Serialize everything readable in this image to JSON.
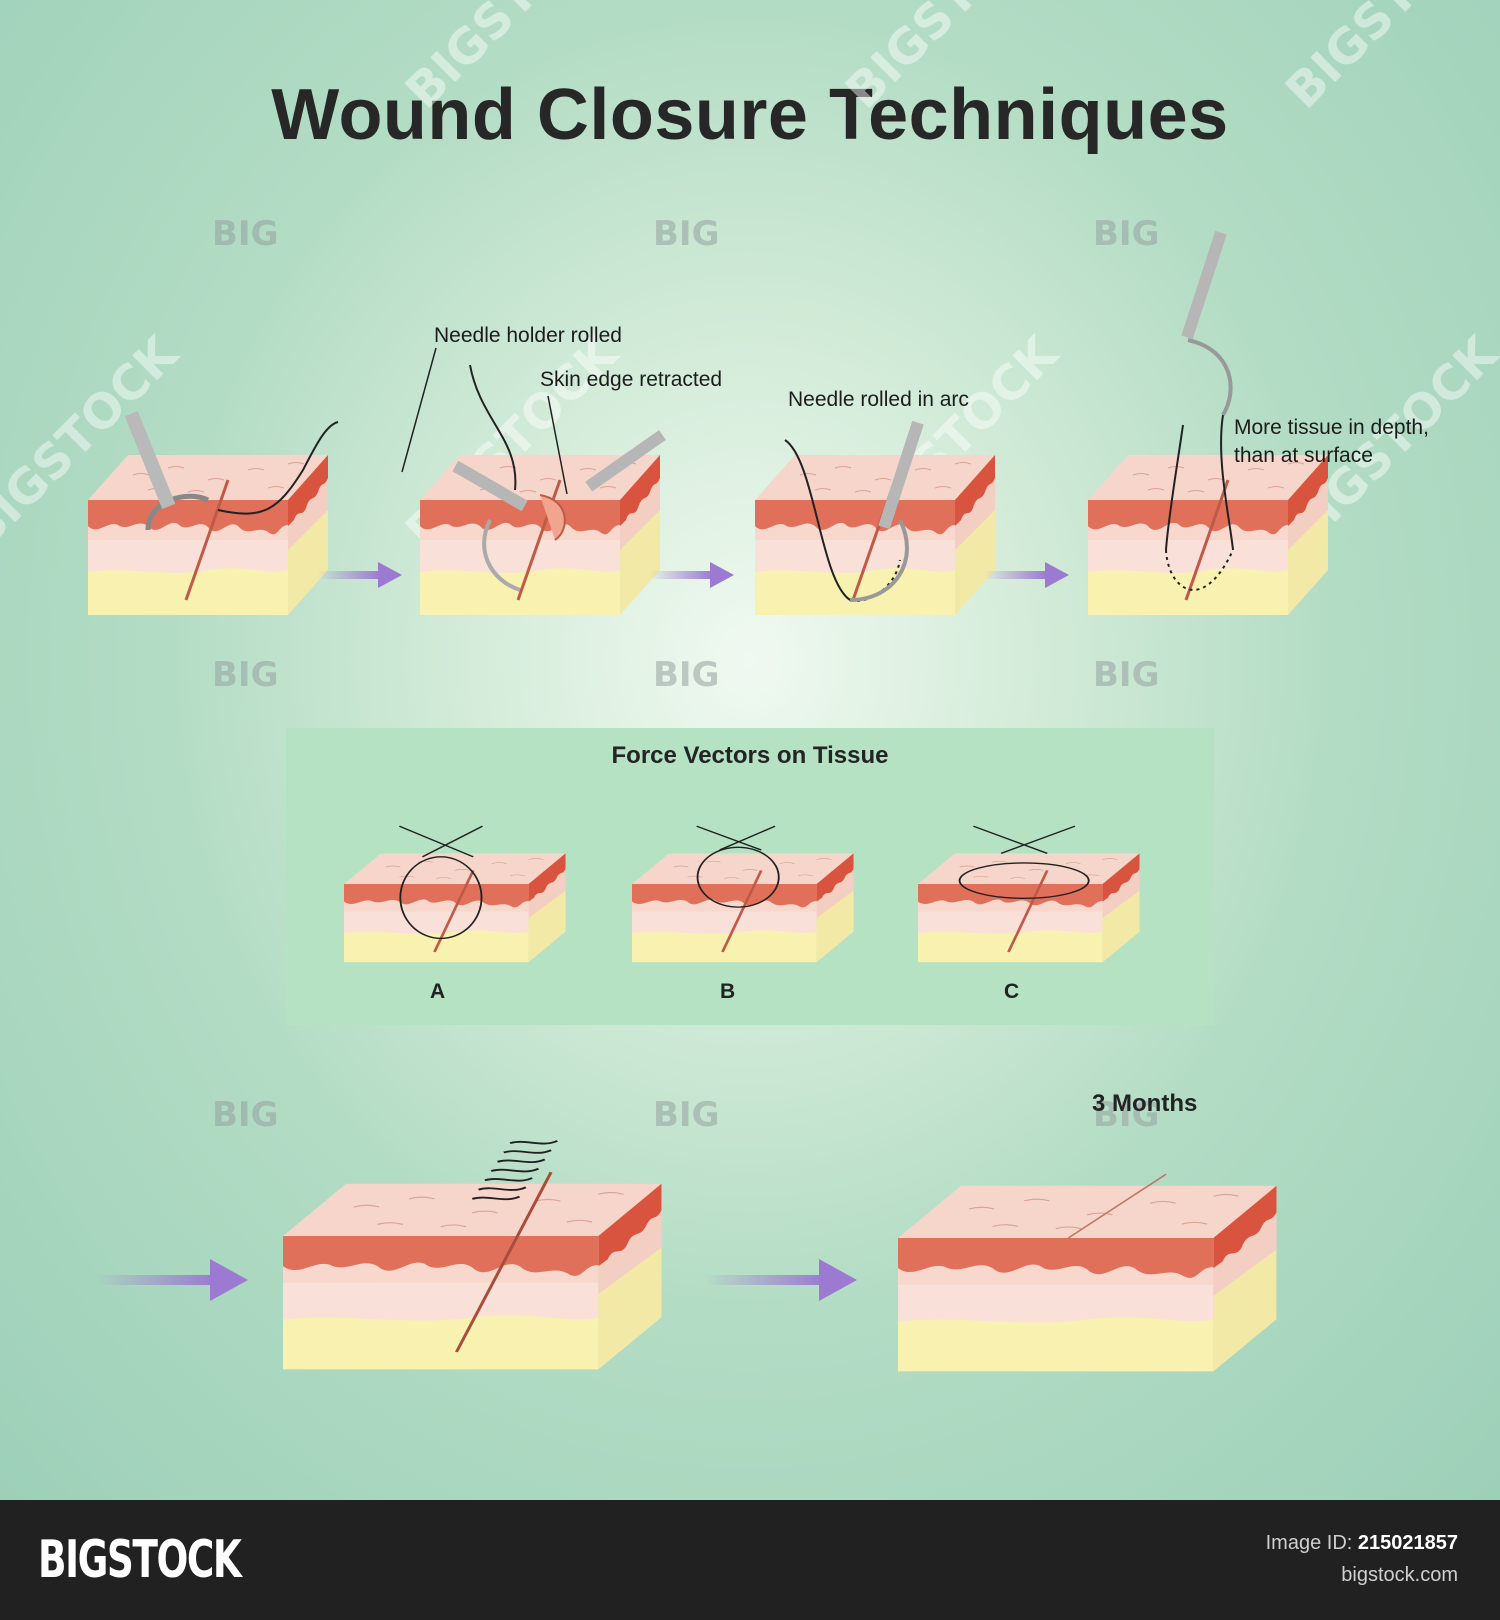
{
  "title": "Wound Closure Techniques",
  "labels": {
    "needle_holder": "Needle holder rolled",
    "skin_edge": "Skin edge retracted",
    "needle_arc": "Needle rolled in arc",
    "tissue_depth_1": "More tissue in depth,",
    "tissue_depth_2": "than at surface"
  },
  "force_panel": {
    "title": "Force Vectors on Tissue",
    "items": [
      "A",
      "B",
      "C"
    ]
  },
  "healed_label": "3 Months",
  "watermark": {
    "big": "BIG",
    "diag": "BIGSTOCK"
  },
  "footer": {
    "brand": "BIGSTOCK",
    "image_id_label": "Image ID:",
    "image_id": "215021857",
    "site": "bigstock.com"
  },
  "colors": {
    "background": "#a6d6bf",
    "skin_top": "#f6d3c8",
    "dermis_red": "#e0705a",
    "fat_yellow": "#f8f1b0",
    "arrow": "#9c7ad1",
    "footer": "#212121"
  }
}
